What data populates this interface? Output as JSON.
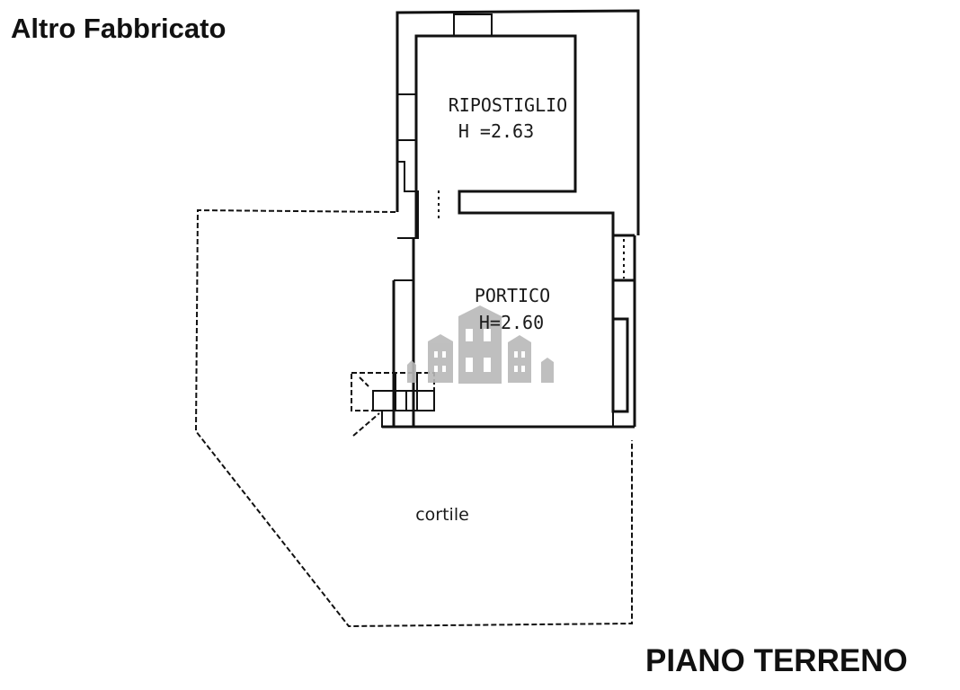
{
  "header": {
    "title": "Altro Fabbricato"
  },
  "footer": {
    "floor_label": "PIANO TERRENO"
  },
  "rooms": [
    {
      "name": "RIPOSTIGLIO",
      "height": "H =2.63"
    },
    {
      "name": "PORTICO",
      "height": "H=2.60"
    }
  ],
  "outdoor": {
    "label": "cortile"
  },
  "watermark": {
    "icon": "buildings-watermark-icon",
    "color": "#b5b5b5"
  },
  "colors": {
    "line": "#111111",
    "background": "#ffffff"
  }
}
